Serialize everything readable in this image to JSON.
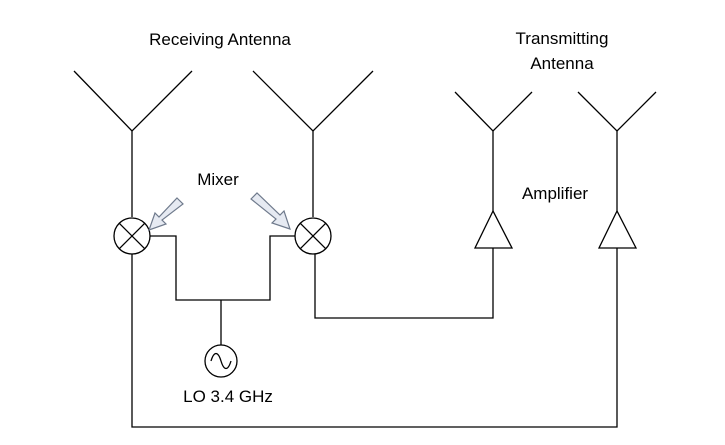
{
  "labels": {
    "receiving_antenna": "Receiving Antenna",
    "transmitting_antenna_line1": "Transmitting",
    "transmitting_antenna_line2": "Antenna",
    "mixer": "Mixer",
    "amplifier": "Amplifier",
    "lo": "LO 3.4 GHz"
  },
  "icons": {
    "antenna": "antenna-icon",
    "mixer": "mixer-icon",
    "amplifier": "amplifier-icon",
    "oscillator": "sine-source-icon",
    "pointer": "arrow-icon"
  }
}
